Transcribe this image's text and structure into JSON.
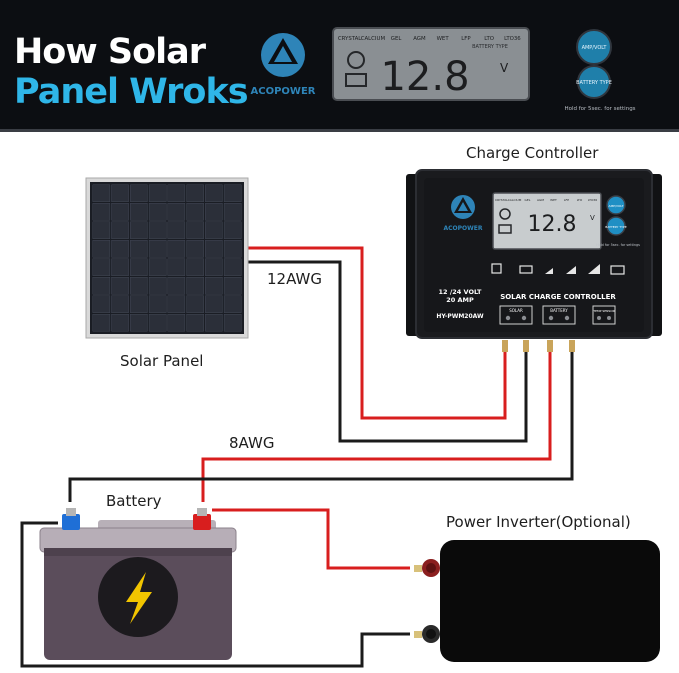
{
  "banner": {
    "headline_line1": "How Solar",
    "headline_line2": "Panel Wroks",
    "brand_name": "ACOPOWER",
    "lcd_reading": "12.8",
    "lcd_unit": "V",
    "lcd_labels": [
      "CRYSTAL",
      "CALCIUM",
      "GEL",
      "AGM",
      "WET",
      "LFP",
      "LTO",
      "LTO36"
    ],
    "lcd_battery_type": "BATTERY TYPE",
    "button_1": "AMP/VOLT",
    "button_2": "BATTERY TYPE",
    "hold_note": "Hold for 5sec. for settings"
  },
  "labels": {
    "charge_controller": "Charge Controller",
    "solar_panel": "Solar Panel",
    "wire_12awg": "12AWG",
    "wire_8awg": "8AWG",
    "battery": "Battery",
    "power_inverter": "Power Inverter(Optional)"
  },
  "controller": {
    "brand": "ACOPOWER",
    "lcd_reading": "12.8",
    "lcd_unit": "V",
    "rating_line1": "12 /24 VOLT",
    "rating_line2": "20 AMP",
    "model": "HY-PWM20AW",
    "title": "SOLAR CHARGE CONTROLLER",
    "terminal_solar": "SOLAR",
    "terminal_battery": "BATTERY",
    "terminal_temp": "TEMP SENSOR",
    "button_1": "AMP/VOLT",
    "button_2": "BATTERY TYPE",
    "hold_note": "Hold for 5sec. for settings"
  },
  "colors": {
    "accent": "#2fb6e8",
    "wire_red": "#d81e1e",
    "wire_black": "#1b1b1b",
    "battery_body": "#5b4d5b",
    "bolt": "#f2c500"
  }
}
